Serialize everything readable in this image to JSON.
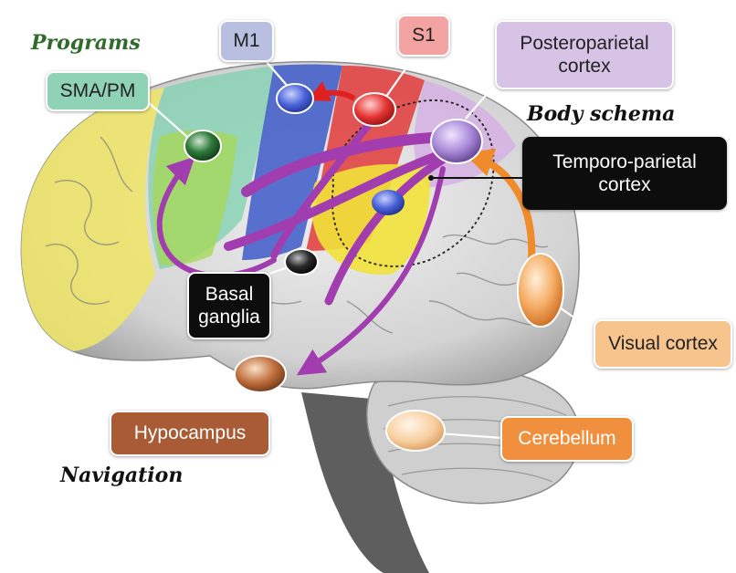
{
  "labels": {
    "m1": "M1",
    "s1": "S1",
    "posteroparietal": "Posteroparietal\ncortex",
    "sma_pm": "SMA/PM",
    "temporo_parietal": "Temporo-parietal\ncortex",
    "basal_ganglia": "Basal\nganglia",
    "visual_cortex": "Visual cortex",
    "hypocampus": "Hypocampus",
    "cerebellum": "Cerebellum"
  },
  "headings": {
    "programs": "Programs",
    "body_schema": "Body schema",
    "navigation": "Navigation"
  },
  "colors": {
    "m1_label": "#b8bfe0",
    "s1_label": "#f4a3a3",
    "posteroparietal_label": "#d7c3e6",
    "sma_pm_label": "#8fd2b5",
    "temporo_parietal_label": "#0d0d0d",
    "basal_ganglia_label": "#0d0d0d",
    "visual_cortex_label": "#f8c48e",
    "hypocampus_label": "#a85b35",
    "cerebellum_label": "#f0903e",
    "programs_heading": "#2f6b2a",
    "arrow_purple": "#a23db0",
    "arrow_red": "#e02020",
    "arrow_orange": "#f08b2c",
    "frontal_lobe": "#ede46a",
    "motor_strip": "#3e5bc8",
    "sensory_strip": "#e23a3a",
    "parietal_region": "#d6b4e3",
    "temporal_yellow": "#f1e23a",
    "sma_green": "#a6d85a"
  }
}
